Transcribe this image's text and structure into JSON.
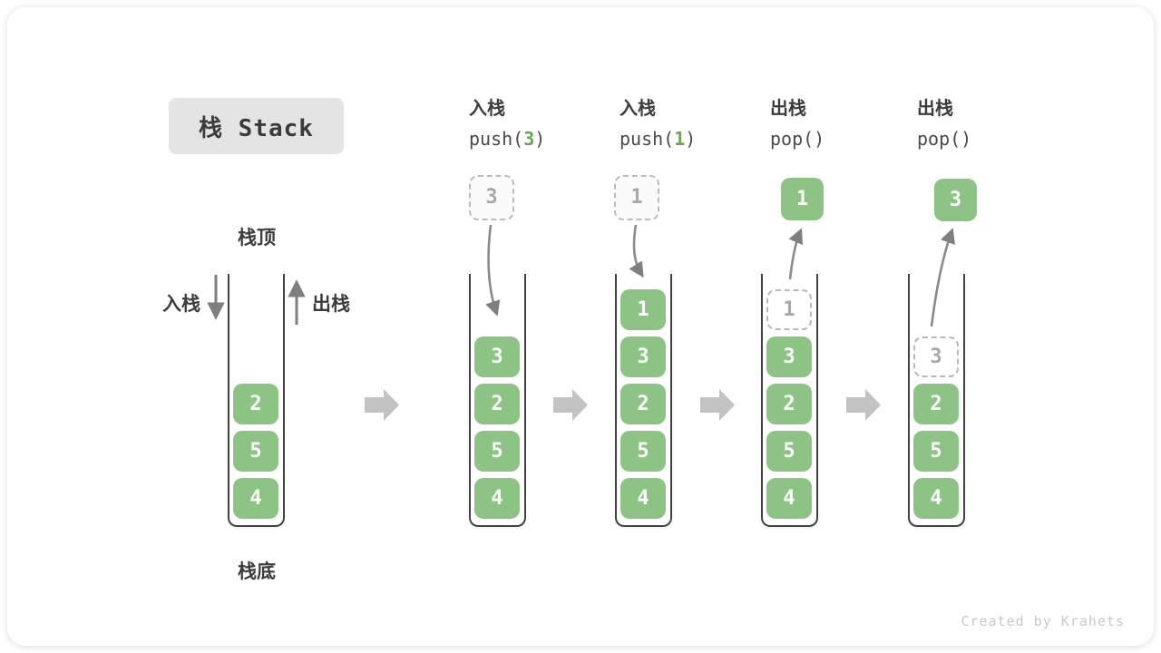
{
  "title": "栈 Stack",
  "labels": {
    "stack_top": "栈顶",
    "stack_bottom": "栈底",
    "push": "入栈",
    "pop": "出栈"
  },
  "operations": [
    {
      "name": "入栈",
      "code_pre": "push(",
      "code_arg": "3",
      "code_post": ")"
    },
    {
      "name": "入栈",
      "code_pre": "push(",
      "code_arg": "1",
      "code_post": ")"
    },
    {
      "name": "出栈",
      "code_pre": "pop(",
      "code_arg": "",
      "code_post": ")"
    },
    {
      "name": "出栈",
      "code_pre": "pop(",
      "code_arg": "",
      "code_post": ")"
    }
  ],
  "stacks": [
    {
      "cells": [
        "2",
        "5",
        "4"
      ]
    },
    {
      "floating": "3",
      "cells": [
        "3",
        "2",
        "5",
        "4"
      ]
    },
    {
      "floating": "1",
      "cells": [
        "1",
        "3",
        "2",
        "5",
        "4"
      ]
    },
    {
      "floating": "1",
      "cells": [
        "1",
        "3",
        "2",
        "5",
        "4"
      ]
    },
    {
      "floating": "3",
      "cells": [
        "3",
        "2",
        "5",
        "4"
      ]
    }
  ],
  "watermark": "Created by Krahets",
  "colors": {
    "box_green": "#8dc485",
    "code_arg_green": "#69a84f",
    "flow_arrow_gray": "#c3c3c3",
    "line_arrow_gray": "#7f7f7f",
    "dashed_border_gray": "#b9b9b9",
    "title_bg": "#e4e4e4",
    "text_dark": "#3b3b3b",
    "watermark_gray": "#c9c9c9"
  }
}
